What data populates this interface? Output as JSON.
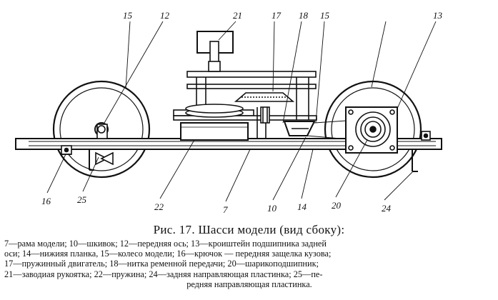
{
  "figure": {
    "labels": {
      "l15a": "15",
      "l12": "12",
      "l21": "21",
      "l17": "17",
      "l18": "18",
      "l15b": "15",
      "l13": "13",
      "l16": "16",
      "l25": "25",
      "l22": "22",
      "l7": "7",
      "l10": "10",
      "l14": "14",
      "l20": "20",
      "l24": "24"
    }
  },
  "caption": {
    "title": "Рис. 17. Шасси модели (вид сбоку):",
    "lines": [
      "7—рама модели; 10—шкивок; 12—передняя ось; 13—кроиштейн подшипника задней",
      "оси; 14—нижияя планка, 15—колесо модели; 16—крючок — передняя защелка кузова;",
      "17—пружинный двигатель; 18—нитка ременной передачи; 20—шарикоподшипник;",
      "21—заводиая рукоятка; 22—пружина; 24—задняя направляющая пластинка; 25—пе-",
      "редняя направляющая пластинка."
    ]
  }
}
